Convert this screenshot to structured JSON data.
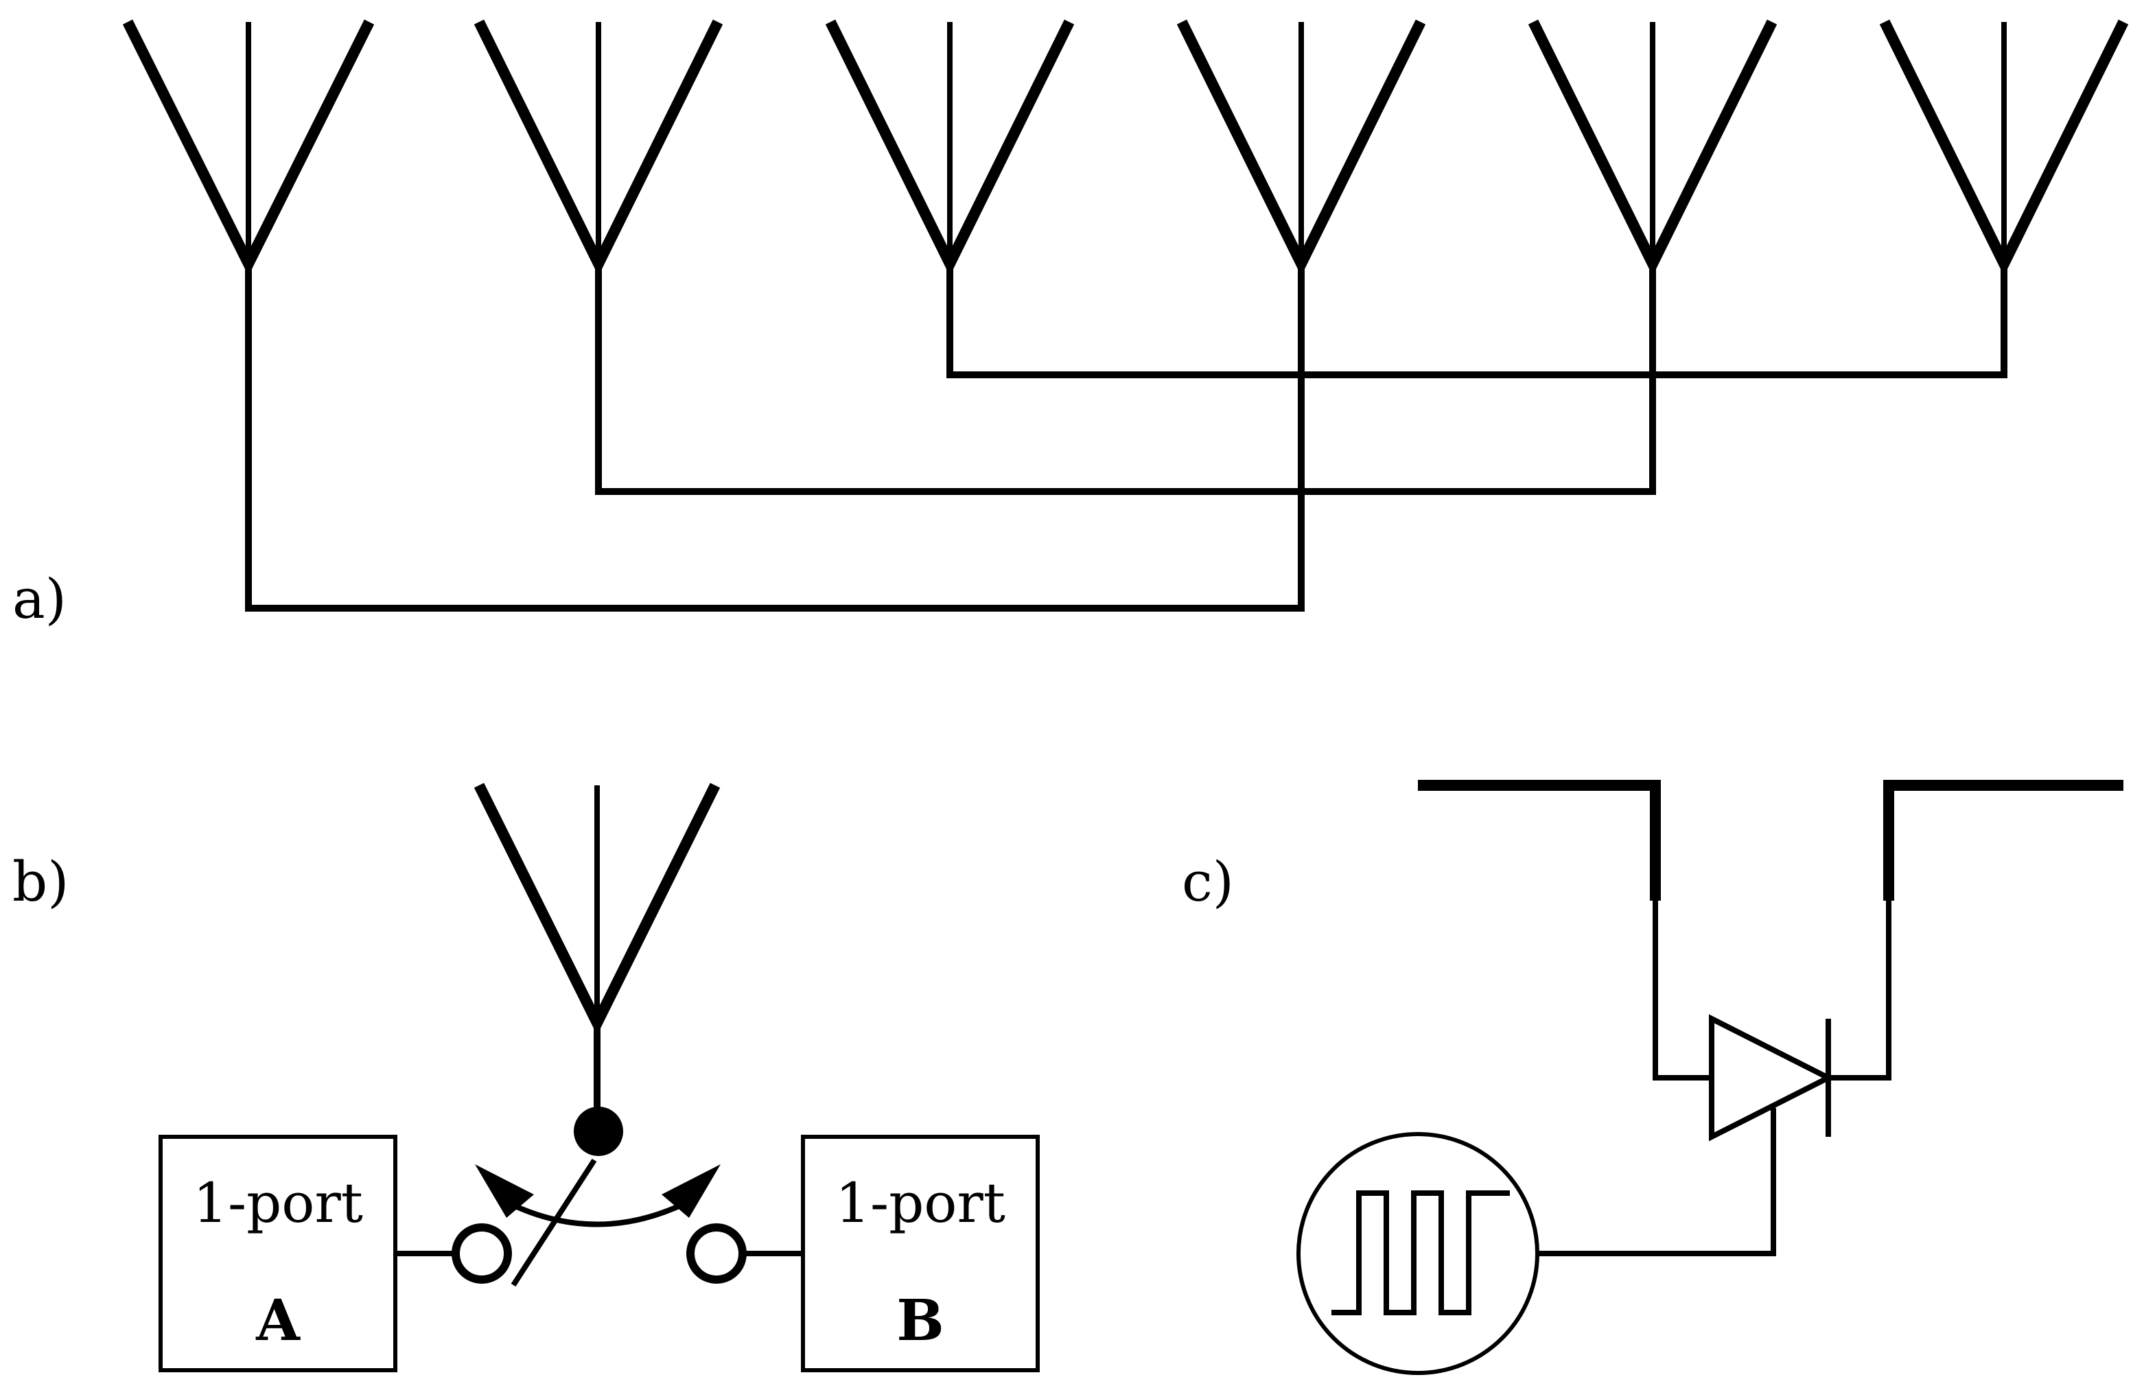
{
  "panels": {
    "a": {
      "label": "a)"
    },
    "b": {
      "label": "b)",
      "box_a": {
        "title": "1-port",
        "letter": "A"
      },
      "box_b": {
        "title": "1-port",
        "letter": "B"
      }
    },
    "c": {
      "label": "c)"
    }
  },
  "colors": {
    "stroke": "#000000",
    "background": "#ffffff"
  }
}
